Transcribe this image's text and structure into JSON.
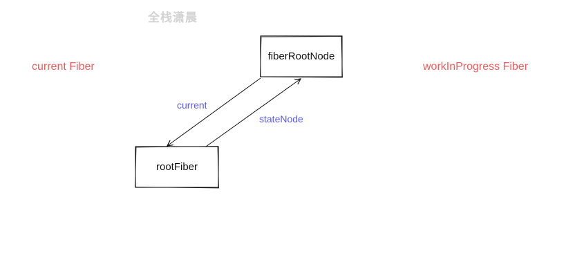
{
  "watermark": "全栈潇晨",
  "labels": {
    "current_fiber": "current Fiber",
    "wip_fiber": "workInProgress Fiber"
  },
  "nodes": {
    "fiber_root_node": "fiberRootNode",
    "root_fiber": "rootFiber"
  },
  "edges": {
    "current": "current",
    "state_node": "stateNode"
  },
  "colors": {
    "side_label": "#f25c5c",
    "edge_label": "#5b5bf0",
    "stroke": "#111111",
    "watermark": "#d2d2d2"
  }
}
